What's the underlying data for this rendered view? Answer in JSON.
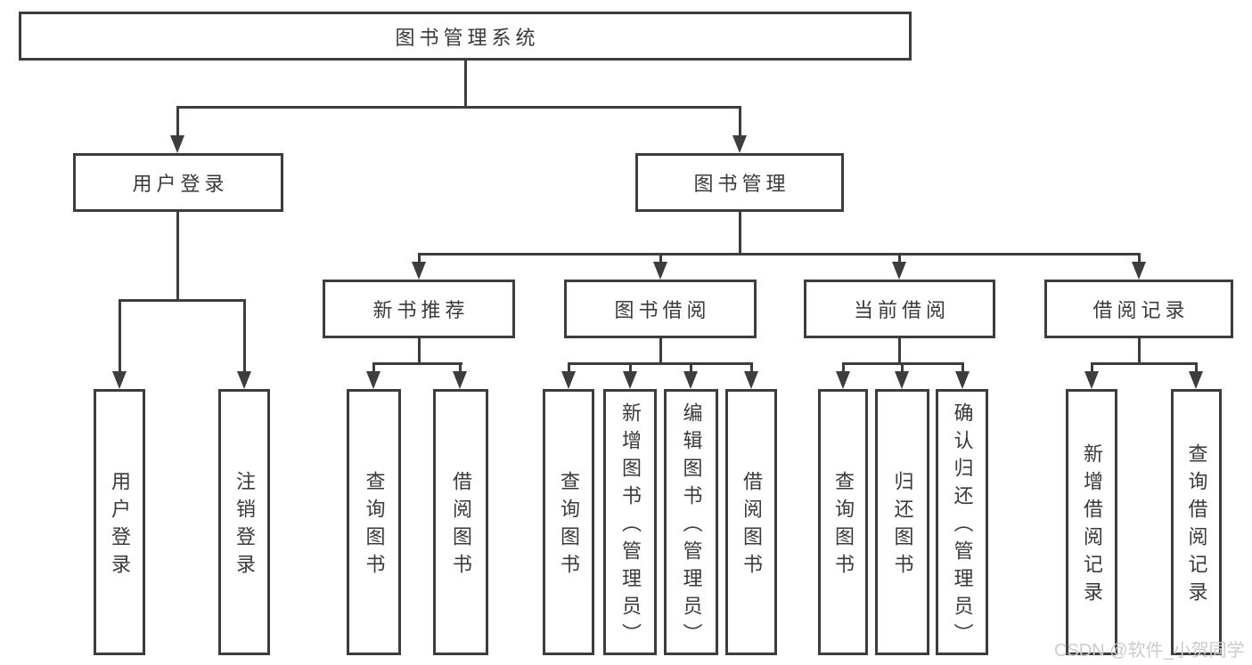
{
  "colors": {
    "line": "#3d3d3d",
    "text": "#3a3a3a",
    "background": "#ffffff",
    "watermark": "#cccccc"
  },
  "watermark": {
    "text": "CSDN @软件_小贺同学"
  },
  "tree": {
    "root": "图书管理系统",
    "branches": [
      {
        "label": "用户登录",
        "children": [
          "用户登录",
          "注销登录"
        ]
      },
      {
        "label": "图书管理",
        "groups": [
          {
            "label": "新书推荐",
            "children": [
              "查询图书",
              "借阅图书"
            ]
          },
          {
            "label": "图书借阅",
            "children": [
              "查询图书",
              "新增图书（管理员）",
              "编辑图书（管理员）",
              "借阅图书"
            ]
          },
          {
            "label": "当前借阅",
            "children": [
              "查询图书",
              "归还图书",
              "确认归还（管理员）"
            ]
          },
          {
            "label": "借阅记录",
            "children": [
              "新增借阅记录",
              "查询借阅记录"
            ]
          }
        ]
      }
    ]
  }
}
